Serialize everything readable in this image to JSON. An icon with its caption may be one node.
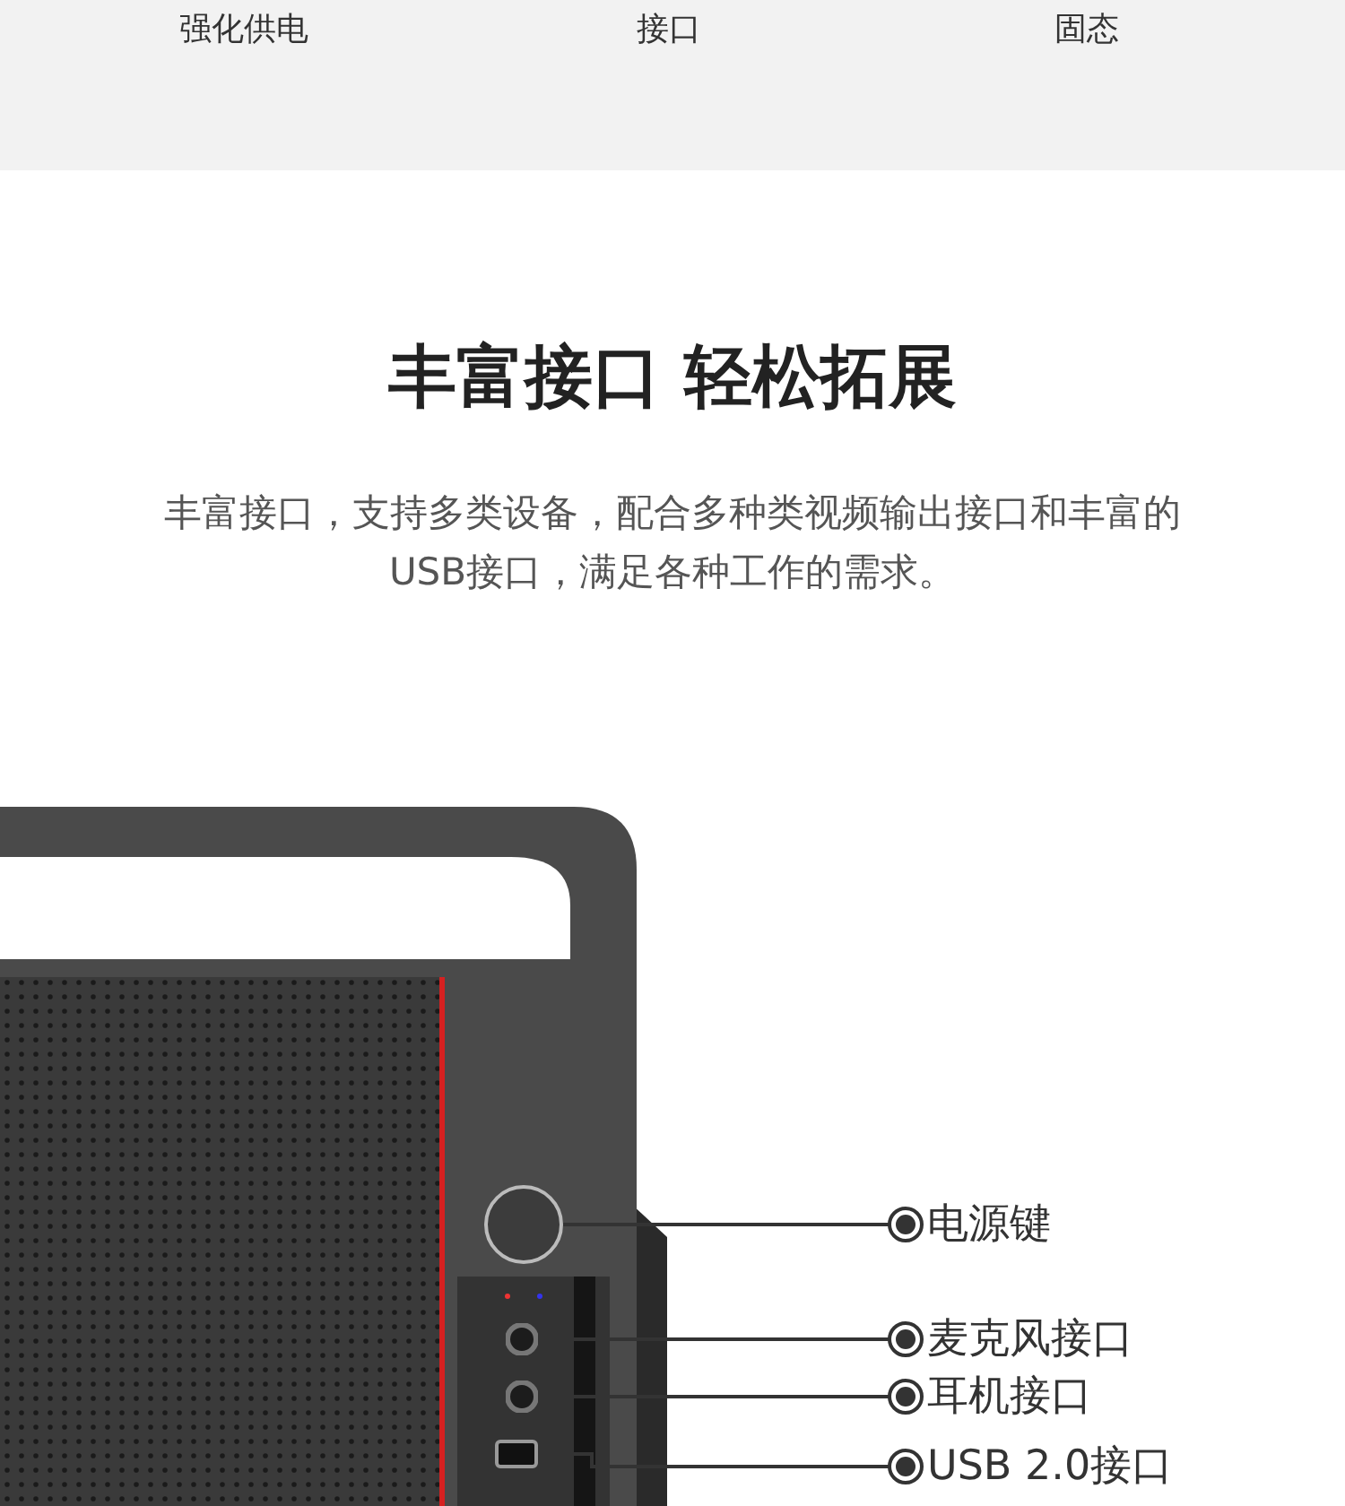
{
  "diagram": {
    "title": "丰富接口 轻松拓展",
    "nodes": [
      {
        "text": [
          "电源键"
        ]
      },
      {
        "text": [],
        "shape": "circle"
      },
      {
        "text": [
          "麦克风接口"
        ]
      },
      {
        "text": [],
        "shape": "circle"
      },
      {
        "text": [
          "耳机接口"
        ]
      },
      {
        "text": [],
        "shape": "circle"
      },
      {
        "text": [
          "USB 2.0接口"
        ]
      },
      {
        "text": [],
        "shape": "box"
      }
    ],
    "edges": [
      {
        "from": 0,
        "to": 1,
        "arrow": "other"
      },
      {
        "from": 2,
        "to": 3,
        "arrow": "other"
      },
      {
        "from": 4,
        "to": 5,
        "arrow": "other"
      },
      {
        "from": 6,
        "to": 7,
        "arrow": "other"
      }
    ],
    "labels": [
      "强化供电",
      "接口",
      "固态",
      "丰富接口，支持多类设备，配合多种类视频输出接口和丰富的USB接口，满足各种工作的需求。"
    ]
  }
}
